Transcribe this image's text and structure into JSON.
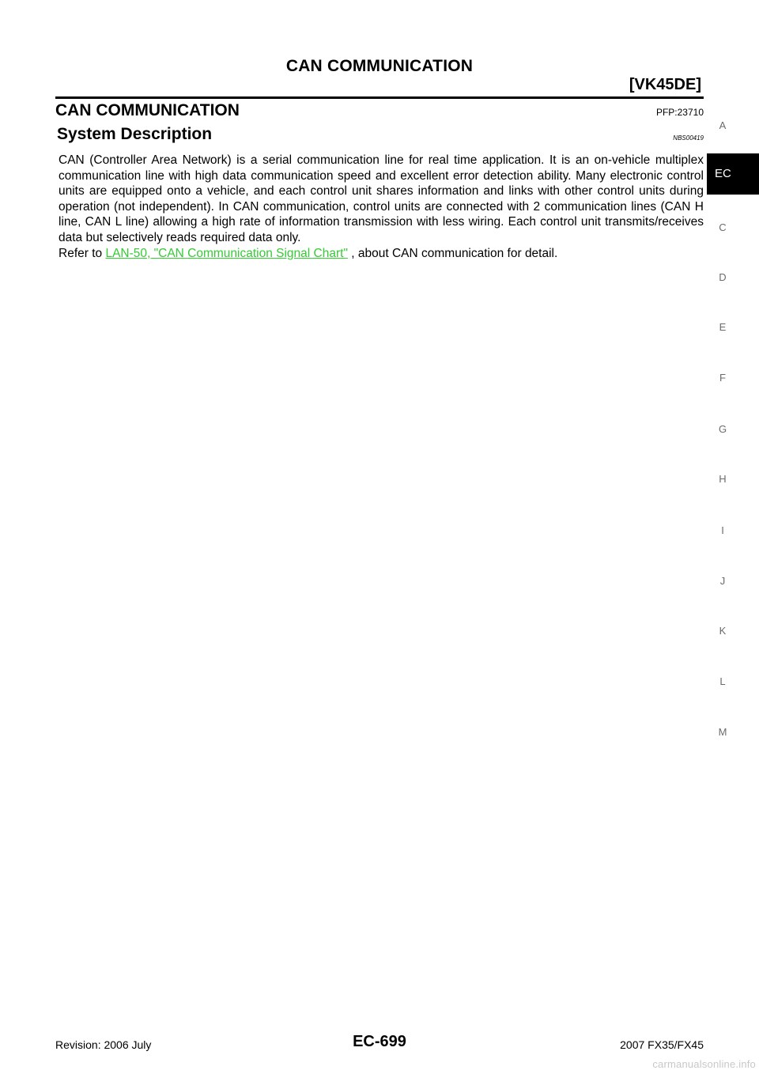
{
  "header": {
    "title": "CAN COMMUNICATION",
    "subtitle": "[VK45DE]"
  },
  "section": {
    "title": "CAN COMMUNICATION",
    "code": "PFP:23710"
  },
  "subsection": {
    "title": "System Description",
    "code": "NBS00419"
  },
  "body": {
    "paragraph": "CAN (Controller Area Network) is a serial communication line for real time application. It is an on-vehicle multiplex communication line with high data communication speed and excellent error detection ability. Many electronic control units are equipped onto a vehicle, and each control unit shares information and links with other control units during operation (not independent). In CAN communication, control units are connected with 2 communication lines (CAN H line, CAN L line) allowing a high rate of information transmission with less wiring. Each control unit transmits/receives data but selectively reads required data only.",
    "refer_prefix": "Refer to ",
    "refer_link": "LAN-50, \"CAN Communication Signal Chart\"",
    "refer_suffix": " , about CAN communication for detail.",
    "link_color": "#33cc33"
  },
  "side_index": {
    "letters": [
      "A",
      "C",
      "D",
      "E",
      "F",
      "G",
      "H",
      "I",
      "J",
      "K",
      "L",
      "M"
    ],
    "active": "EC"
  },
  "footer": {
    "revision": "Revision: 2006 July",
    "page": "EC-699",
    "model": "2007 FX35/FX45"
  },
  "watermark": "carmanualsonline.info"
}
